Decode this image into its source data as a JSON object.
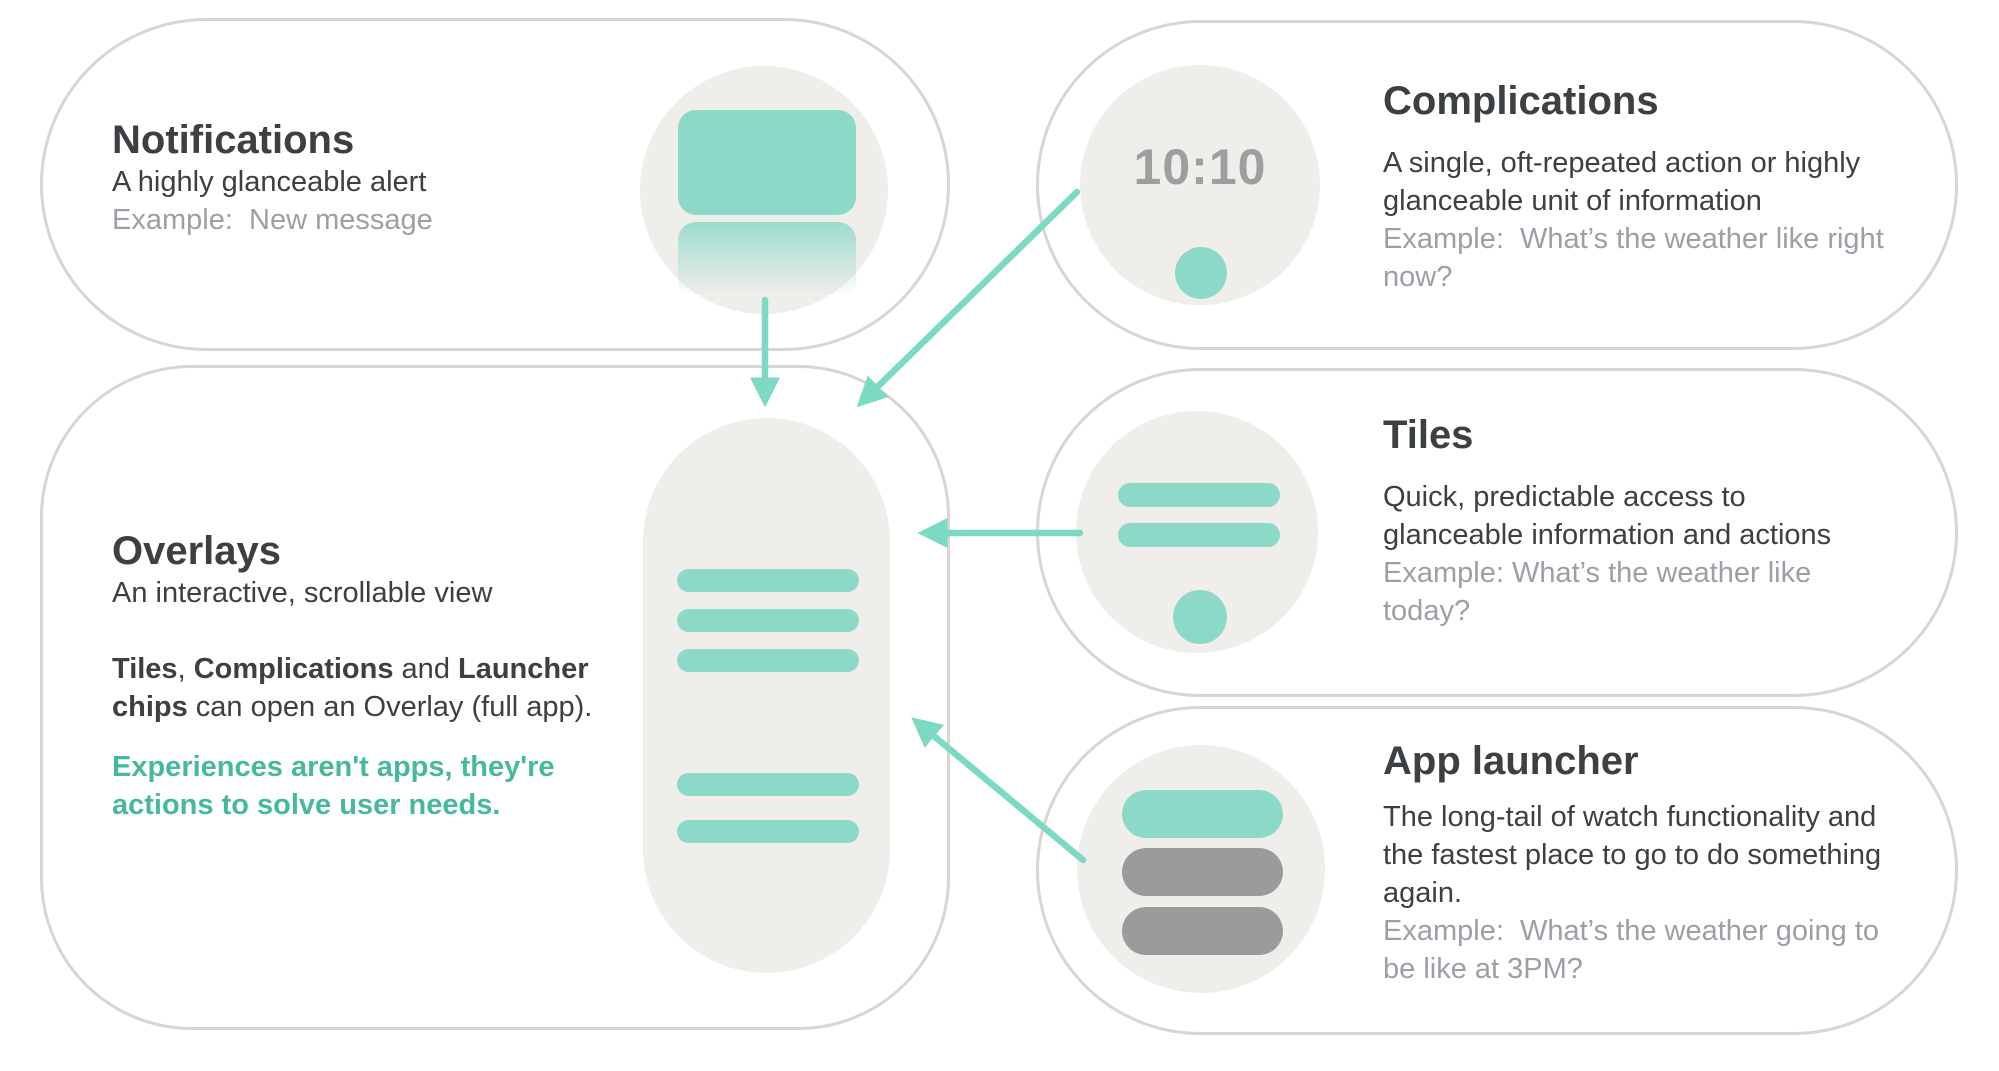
{
  "cards": {
    "notifications": {
      "title": "Notifications",
      "description": "A highly glanceable alert",
      "example": "Example:  New message"
    },
    "complications": {
      "title": "Complications",
      "description": "A single, oft-repeated action or highly\nglanceable unit of information",
      "example": "Example:  What’s the weather like right\nnow?",
      "watch_time": "10:10"
    },
    "tiles": {
      "title": "Tiles",
      "description": "Quick, predictable access to\nglanceable information and actions",
      "example": "Example: What’s the weather like\ntoday?"
    },
    "app_launcher": {
      "title": "App launcher",
      "description": "The long-tail of watch functionality and\nthe fastest place to go to do something\nagain.",
      "example": "Example:  What’s the weather going to\nbe like at 3PM?"
    },
    "overlays": {
      "title": "Overlays",
      "subtitle": "An interactive, scrollable view",
      "note_parts": {
        "bold1": "Tiles",
        "sep1": ", ",
        "bold2": "Complications",
        "sep2": " and ",
        "bold3": "Launcher chips",
        "rest": " can open an Overlay (full app)."
      },
      "callout": "Experiences aren't apps, they're\nactions to solve user needs."
    }
  },
  "colors": {
    "teal_fill": "#8DD9C8",
    "teal_arrow": "#7CD9C3",
    "teal_callout_text": "#46B99C",
    "card_border": "#DCD4D0",
    "watch_background": "#F0EEEB",
    "text_dark": "#3C4043",
    "text_muted": "#9AA0A6",
    "launcher_chip_gray": "#9B9B9B",
    "watch_time_gray": "#9E9E9E"
  }
}
